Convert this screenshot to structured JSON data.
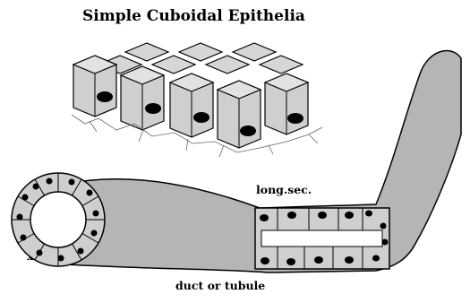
{
  "diagram": {
    "title": "Simple Cuboidal Epithelia",
    "labels": {
      "longitudinal_section": "long.sec.",
      "cross_section": "x. sec.",
      "duct": "duct or tubule"
    },
    "colors": {
      "cell_fill": "#cfcfcf",
      "cell_top": "#d6d6d6",
      "duct_fill": "#b5b5b5",
      "lumen": "#ffffff",
      "nucleus": "#000000",
      "outline": "#000000"
    }
  }
}
